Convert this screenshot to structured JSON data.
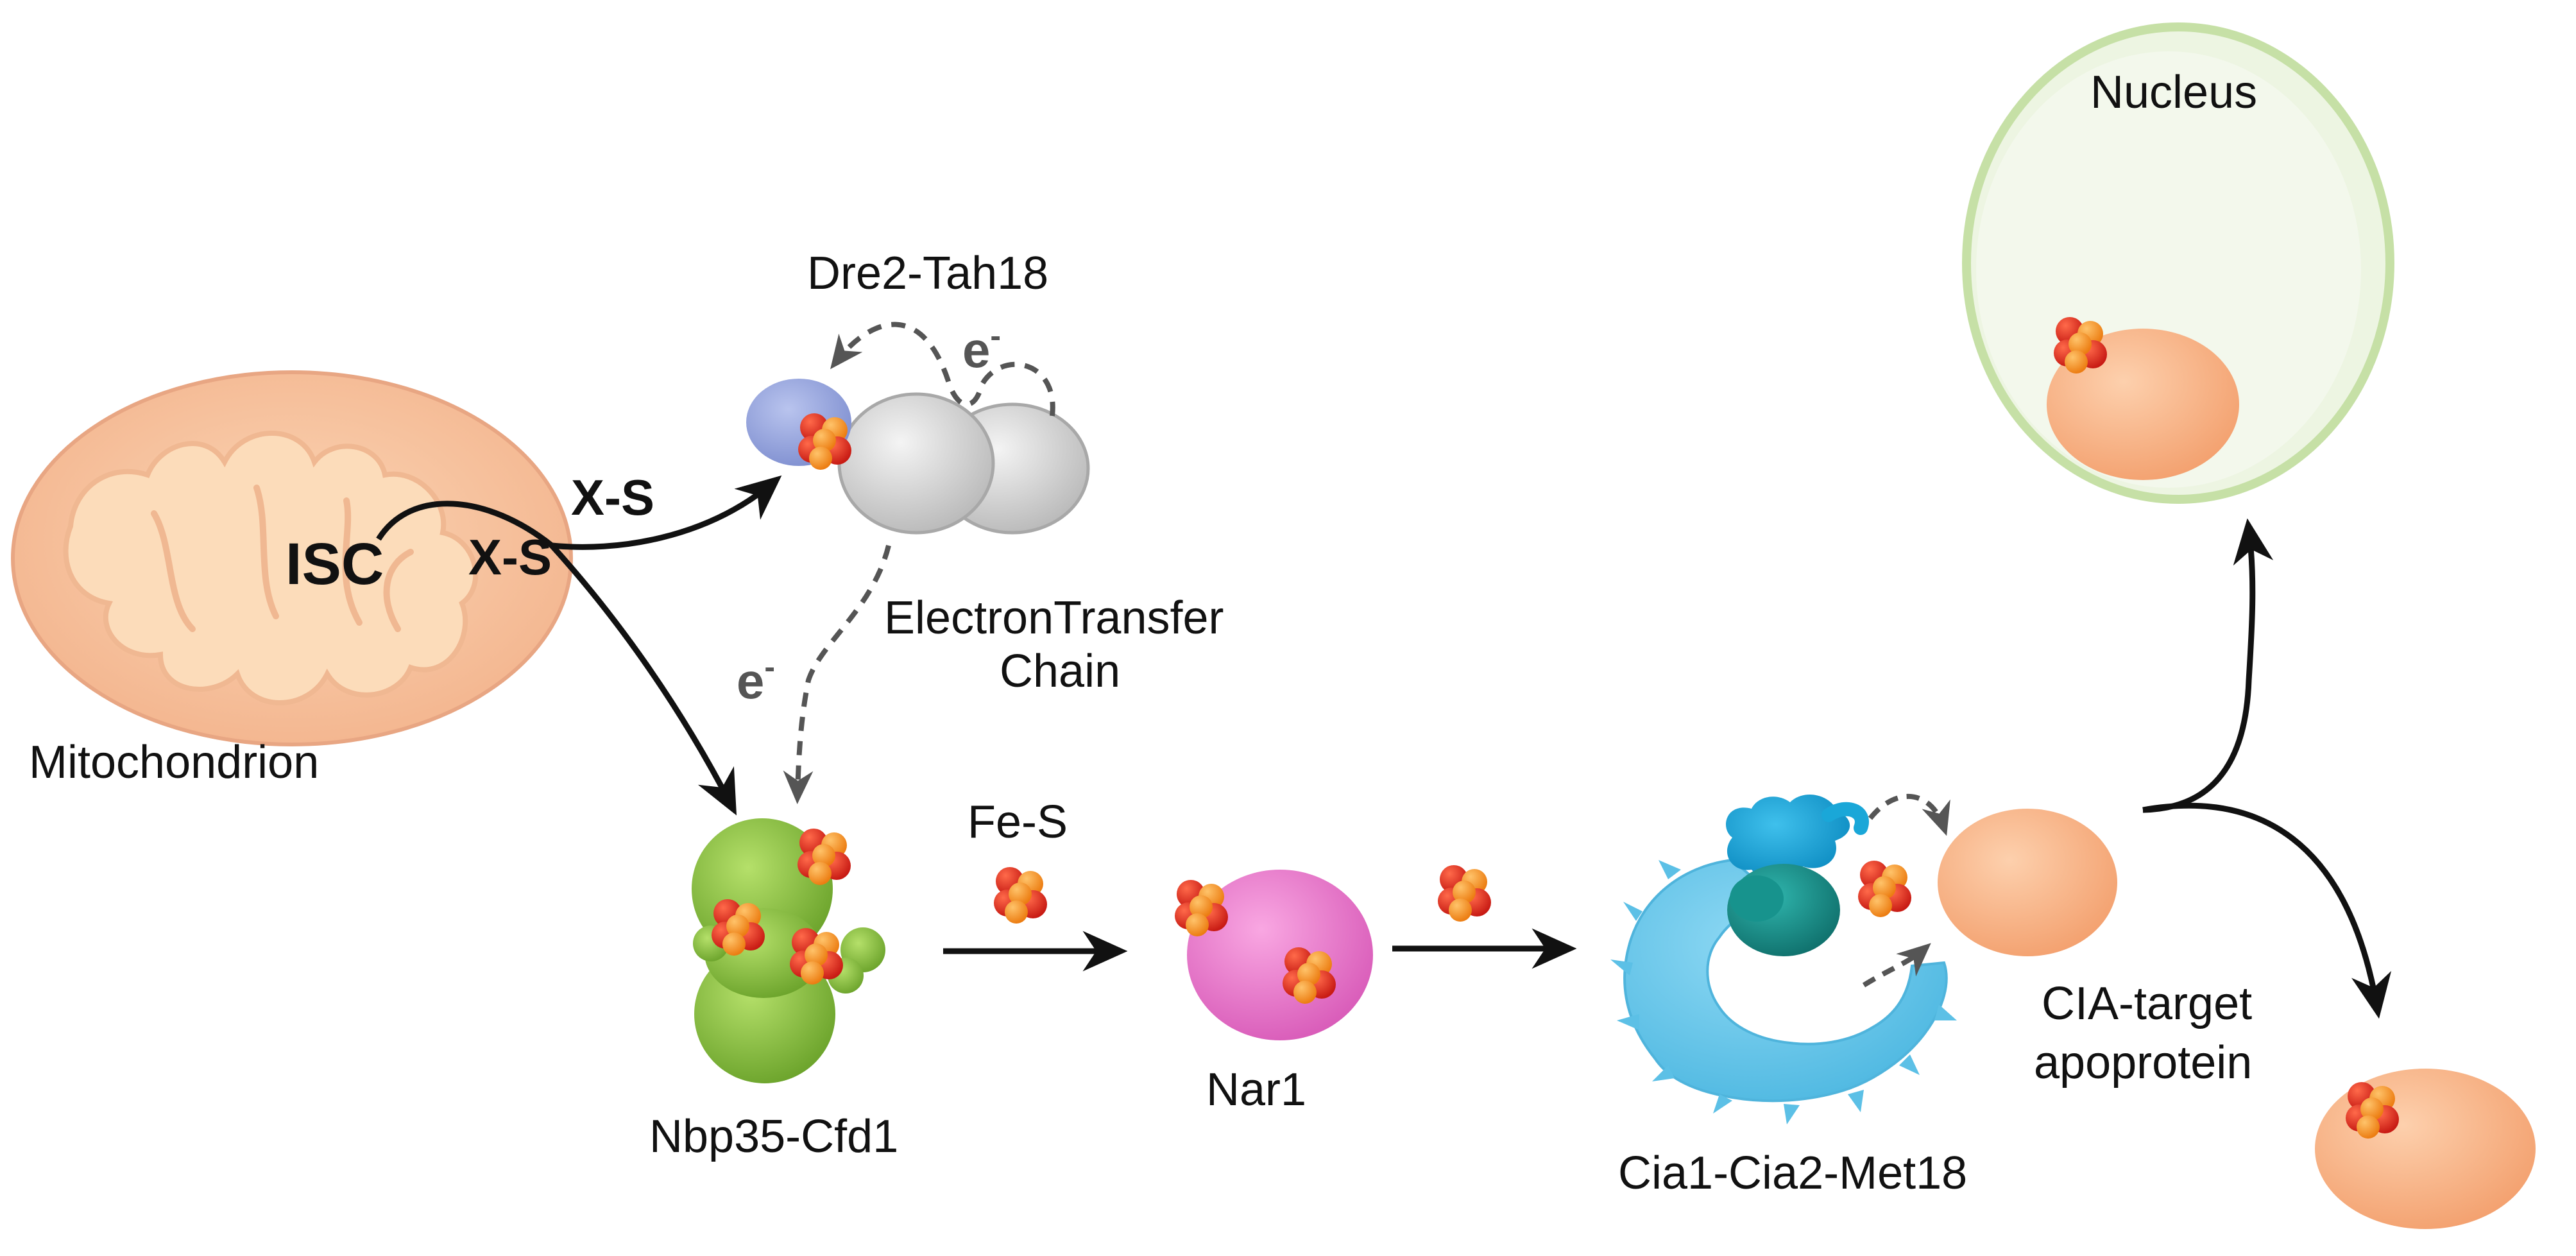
{
  "labels": {
    "mitochondrion": "Mitochondrion",
    "isc": "ISC",
    "xs_upper": "X-S",
    "xs_lower": "X-S",
    "dre2_tah18": "Dre2-Tah18",
    "electron_top": "e",
    "electron_left": "e",
    "electron_sup": "-",
    "etc_line1": "ElectronTransfer",
    "etc_line2": "Chain",
    "nbp35_cfd1": "Nbp35-Cfd1",
    "fes": "Fe-S",
    "nar1": "Nar1",
    "cia_complex": "Cia1-Cia2-Met18",
    "cia_target_line1": "CIA-target",
    "cia_target_line2": "apoprotein",
    "nucleus": "Nucleus"
  },
  "colors": {
    "mito_outer": "#f8c9a6",
    "mito_inner": "#fbd9b4",
    "dre2": "#98a6dc",
    "tah18": "#dcdcdc",
    "nbp35": "#8cc63f",
    "nar1": "#f07fcf",
    "cia1": "#6cc9ec",
    "cia2": "#1aa7d8",
    "met18": "#1a8f8a",
    "apoprotein": "#fcb989",
    "nucleus": "#eef6e4",
    "nucleus_border": "#c9e3ac",
    "cluster_red": "#e8261f",
    "cluster_orange": "#f6921e",
    "arrow": "#111111",
    "dashed": "#555555"
  }
}
